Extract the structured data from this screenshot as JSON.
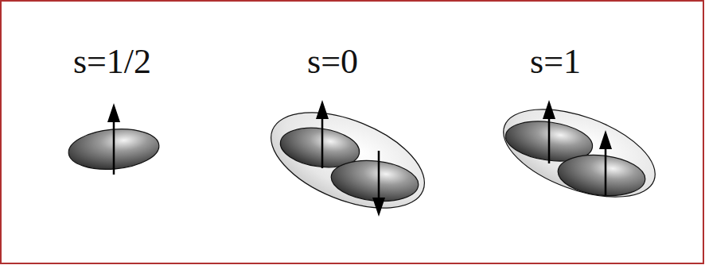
{
  "diagram": {
    "labels": [
      "s=1/2",
      "s=0",
      "s=1"
    ]
  }
}
